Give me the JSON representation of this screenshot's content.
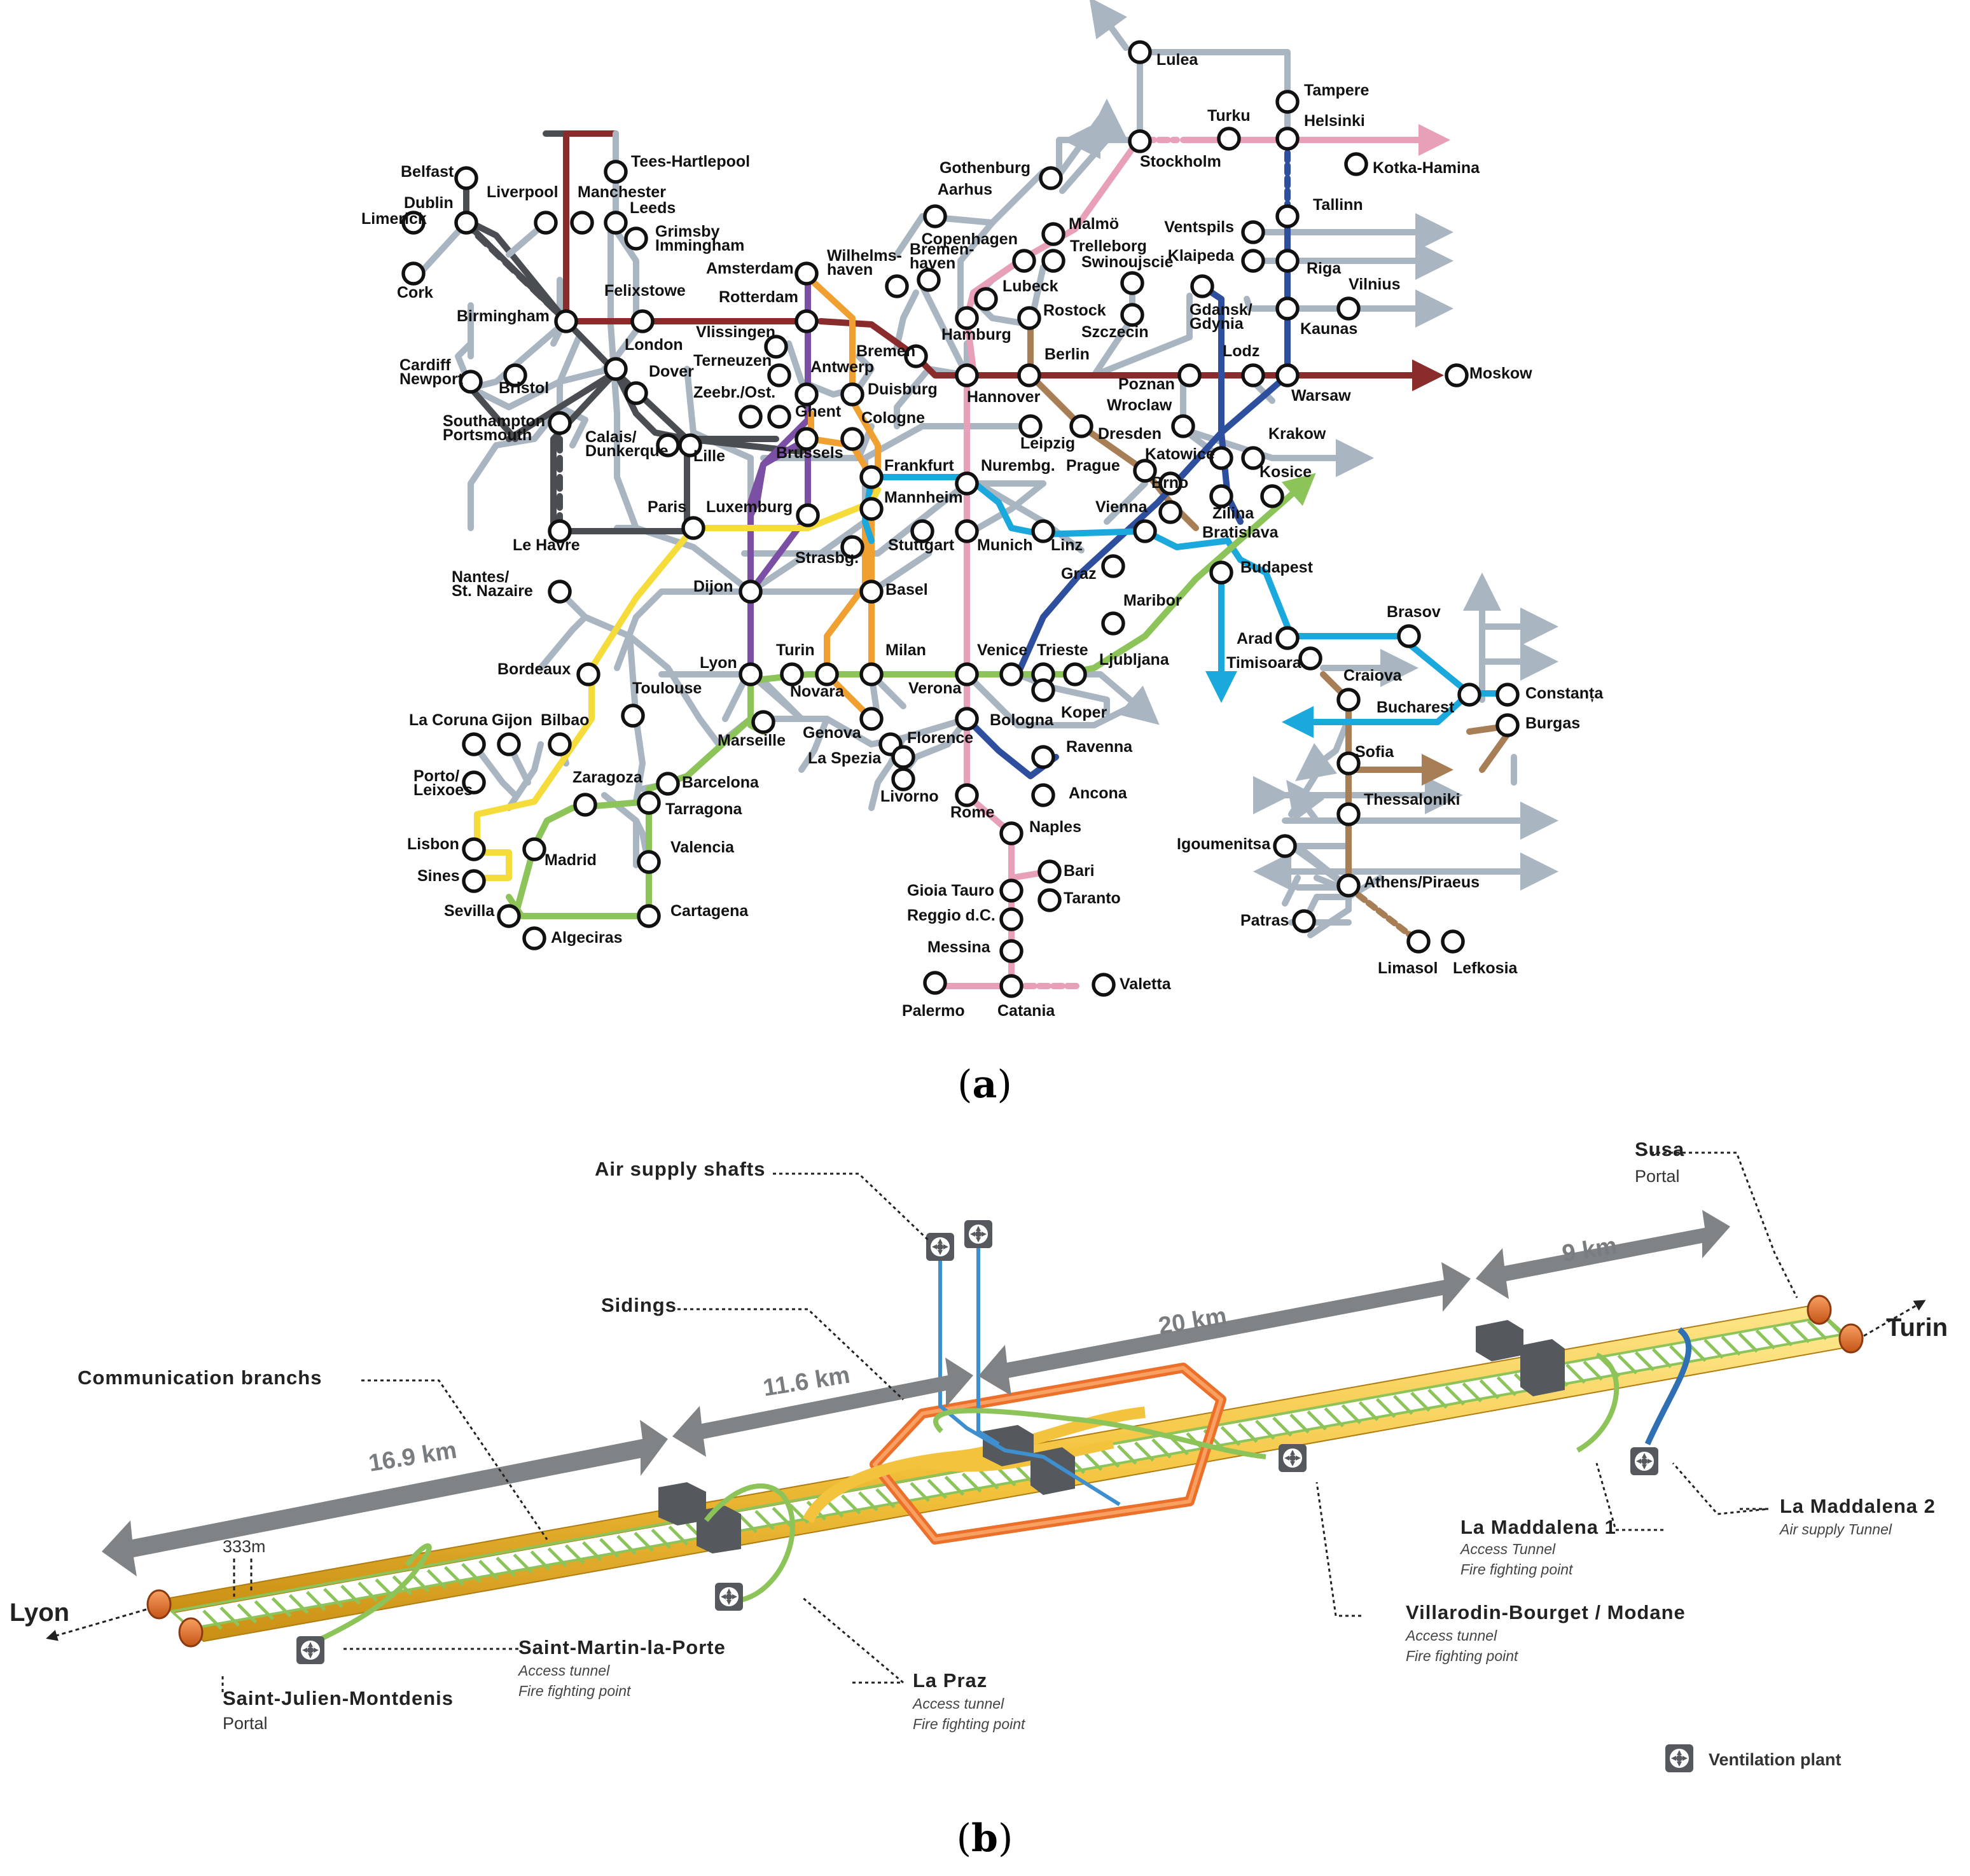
{
  "panel_a": {
    "caption": {
      "open": "(",
      "letter": "a",
      "close": ")"
    },
    "labels": {
      "lulea": "Lulea",
      "tampere": "Tampere",
      "turku": "Turku",
      "helsinki": "Helsinki",
      "stockholm": "Stockholm",
      "kotka": "Kotka-Hamina",
      "tallinn": "Tallinn",
      "ventspils": "Ventspils",
      "klaipeda": "Klaipeda",
      "riga": "Riga",
      "vilnius": "Vilnius",
      "kaunas": "Kaunas",
      "moskow": "Moskow",
      "gothenburg": "Gothenburg",
      "aarhus": "Aarhus",
      "copenhagen": "Copenhagen",
      "malmo": "Malmö",
      "trelleborg": "Trelleborg",
      "swinoujscie": "Swinoujscie",
      "bremenhaven": "Bremen-\nhaven",
      "wilhelmshaven": "Wilhelms-\nhaven",
      "lubeck": "Lubeck",
      "rostock": "Rostock",
      "gdansk": "Gdansk/\nGdynia",
      "szczecin": "Szczecin",
      "hamburg": "Hamburg",
      "berlin": "Berlin",
      "lodz": "Lodz",
      "warsaw": "Warsaw",
      "poznan": "Poznan",
      "wroclaw": "Wroclaw",
      "hannover": "Hannover",
      "bremen": "Bremen",
      "amsterdam": "Amsterdam",
      "rotterdam": "Rotterdam",
      "vlissingen": "Vlissingen",
      "terneuzen": "Terneuzen",
      "antwerp": "Antwerp",
      "zeebr": "Zeebr./Ost.",
      "ghent": "Ghent",
      "duisburg": "Duisburg",
      "cologne": "Cologne",
      "brussels": "Brussels",
      "leipzig": "Leipzig",
      "dresden": "Dresden",
      "krakow": "Krakow",
      "katowice": "Katowice",
      "kosice": "Kosice",
      "prague": "Prague",
      "brno": "Brno",
      "zilina": "Zilina",
      "bratislava": "Bratislava",
      "vienna": "Vienna",
      "frankfurt": "Frankfurt",
      "nuremberg": "Nurembg.",
      "mannheim": "Mannheim",
      "stuttgart": "Stuttgart",
      "munich": "Munich",
      "linz": "Linz",
      "luxemburg": "Luxemburg",
      "strasbg": "Strasbg.",
      "graz": "Graz",
      "maribor": "Maribor",
      "budapest": "Budapest",
      "basel": "Basel",
      "dijon": "Dijon",
      "belfast": "Belfast",
      "dublin": "Dublin",
      "limerick": "Limerick",
      "cork": "Cork",
      "liverpool": "Liverpool",
      "manchester": "Manchester",
      "leeds": "Leeds",
      "tees": "Tees-Hartlepool",
      "grimsby": "Grimsby\nImmingham",
      "birmingham": "Birmingham",
      "felixstowe": "Felixstowe",
      "london": "London",
      "cardiff": "Cardiff\nNewport",
      "bristol": "Bristol",
      "dover": "Dover",
      "southampton": "Southampton\nPortsmouth",
      "calais": "Calais/\nDunkerque",
      "lille": "Lille",
      "paris": "Paris",
      "lehavre": "Le Havre",
      "nantes": "Nantes/\nSt. Nazaire",
      "bordeaux": "Bordeaux",
      "toulouse": "Toulouse",
      "lacoruna": "La Coruna",
      "gijon": "Gijon",
      "bilbao": "Bilbao",
      "porto": "Porto/\nLeixoes",
      "zaragoza": "Zaragoza",
      "barcelona": "Barcelona",
      "tarragona": "Tarragona",
      "lisbon": "Lisbon",
      "sines": "Sines",
      "madrid": "Madrid",
      "valencia": "Valencia",
      "sevilla": "Sevilla",
      "algeciras": "Algeciras",
      "cartagena": "Cartagena",
      "lyon": "Lyon",
      "turin": "Turin",
      "novara": "Novara",
      "milan": "Milan",
      "verona": "Verona",
      "venice": "Venice",
      "trieste": "Trieste",
      "ljubljana": "Ljubljana",
      "koper": "Koper",
      "marseille": "Marseille",
      "genova": "Genova",
      "laspezia": "La Spezia",
      "florence": "Florence",
      "livorno": "Livorno",
      "bologna": "Bologna",
      "ravenna": "Ravenna",
      "ancona": "Ancona",
      "rome": "Rome",
      "naples": "Naples",
      "bari": "Bari",
      "taranto": "Taranto",
      "gioiatauro": "Gioia Tauro",
      "reggio": "Reggio d.C.",
      "messina": "Messina",
      "palermo": "Palermo",
      "catania": "Catania",
      "valetta": "Valetta",
      "arad": "Arad",
      "timisoara": "Timisoara",
      "brasov": "Brasov",
      "craiova": "Craiova",
      "bucharest": "Bucharest",
      "constanta": "Constanța",
      "burgas": "Burgas",
      "sofia": "Sofia",
      "thessaloniki": "Thessaloniki",
      "igoumenitsa": "Igoumenitsa",
      "athens": "Athens/Piraeus",
      "patras": "Patras",
      "limasol": "Limasol",
      "lefkosia": "Lefkosia"
    }
  },
  "panel_b": {
    "caption": {
      "open": "(",
      "letter": "b",
      "close": ")"
    },
    "labels": {
      "air_supply_shafts": "Air supply shafts",
      "sidings": "Sidings",
      "communication": "Communication branchs",
      "susa": "Susa",
      "susa_sub": "Portal",
      "turin": "Turin",
      "lyon": "Lyon",
      "dist_9": "9 km",
      "dist_20": "20 km",
      "dist_11": "11.6 km",
      "dist_16": "16.9 km",
      "dist_333": "333m",
      "sjm": "Saint-Julien-Montdenis",
      "sjm_sub": "Portal",
      "smlp": "Saint-Martin-la-Porte",
      "smlp_1": "Access tunnel",
      "smlp_2": "Fire fighting point",
      "lapraz": "La Praz",
      "lapraz_1": "Access tunnel",
      "lapraz_2": "Fire fighting point",
      "villarodin": "Villarodin-Bourget / Modane",
      "villarodin_1": "Access tunnel",
      "villarodin_2": "Fire fighting point",
      "lamaddalena1": "La Maddalena 1",
      "lamaddalena1_1": "Access Tunnel",
      "lamaddalena1_2": "Fire fighting point",
      "lamaddalena2": "La Maddalena 2",
      "lamaddalena2_1": "Air supply Tunnel",
      "legend_ventilation": "Ventilation plant"
    }
  },
  "colors": {
    "red": "#8b2c2c",
    "purple": "#7b4fa3",
    "orange": "#f0a030",
    "pink": "#e8a0b8",
    "blue": "#2e4f9e",
    "teal": "#1aa8dd",
    "green": "#8cc45a",
    "yellow": "#f5dc3a",
    "grey": "#a9b5c1",
    "dark": "#4a4e52",
    "brown": "#a87e56",
    "dblue": "#3f5fb8",
    "tunnel_yellow": "#f4c33d",
    "tunnel_orange": "#ec6f2a",
    "tunnel_green": "#8cc45a",
    "tunnel_blue": "#3d8fd0",
    "arrow_grey": "#7f8386"
  }
}
